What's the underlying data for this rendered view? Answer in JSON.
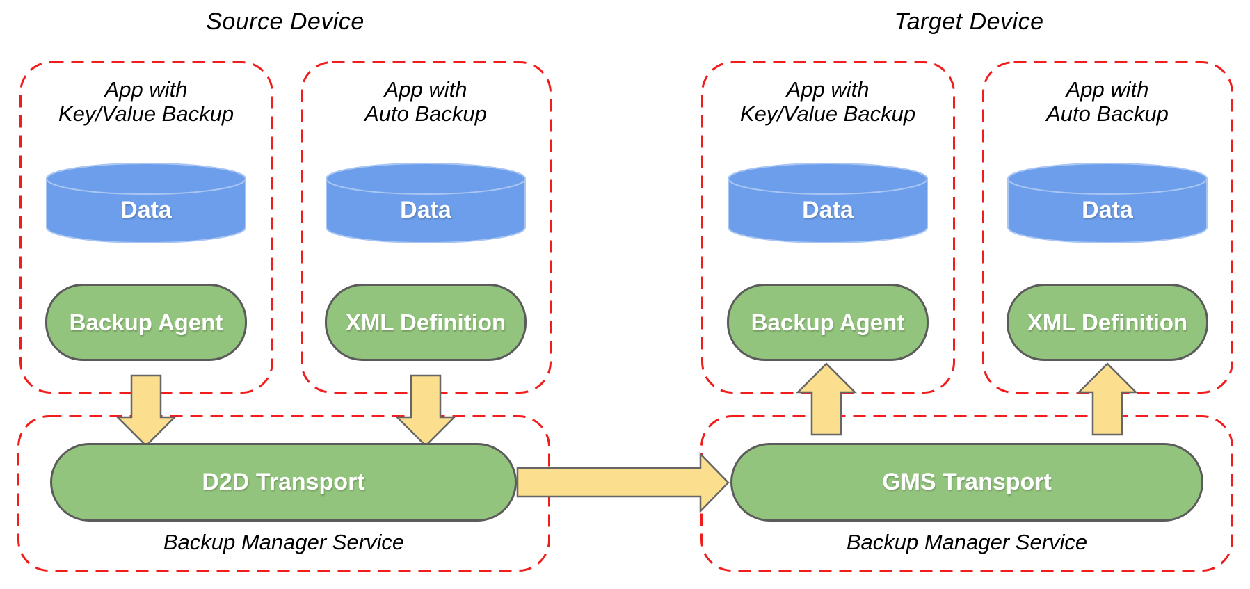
{
  "source": {
    "title": "Source Device",
    "app_keyvalue": {
      "label_line1": "App with",
      "label_line2": "Key/Value Backup",
      "data_label": "Data",
      "component": "Backup Agent"
    },
    "app_auto": {
      "label_line1": "App with",
      "label_line2": "Auto Backup",
      "data_label": "Data",
      "component": "XML Definition"
    },
    "service": {
      "transport": "D2D Transport",
      "label": "Backup Manager Service"
    }
  },
  "target": {
    "title": "Target Device",
    "app_keyvalue": {
      "label_line1": "App with",
      "label_line2": "Key/Value Backup",
      "data_label": "Data",
      "component": "Backup Agent"
    },
    "app_auto": {
      "label_line1": "App with",
      "label_line2": "Auto Backup",
      "data_label": "Data",
      "component": "XML Definition"
    },
    "service": {
      "transport": "GMS Transport",
      "label": "Backup Manager Service"
    }
  },
  "colors": {
    "box_border_red": "#f11c1c",
    "shape_green": "#93c47d",
    "shape_green_border": "#5b5b5b",
    "cylinder_blue": "#6d9eeb",
    "cylinder_blue_stroke": "#a9c6f3",
    "arrow_yellow": "#fbde8e",
    "arrow_border": "#666666",
    "label_text": "#000000",
    "shape_text": "#ffffff"
  }
}
